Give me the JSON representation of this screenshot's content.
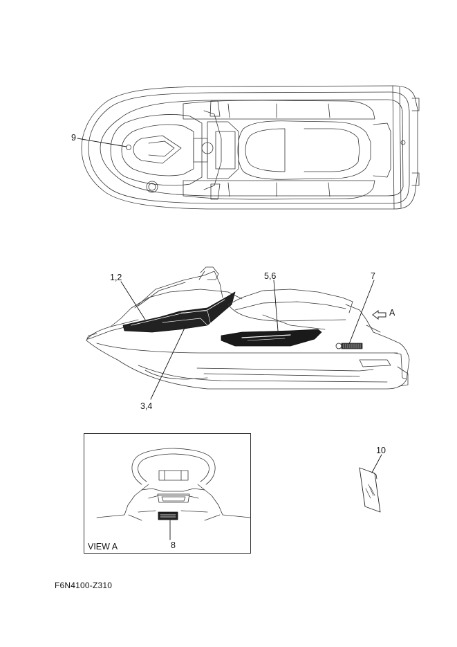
{
  "callouts": {
    "c9": "9",
    "c12": "1,2",
    "c56": "5,6",
    "c7": "7",
    "c34": "3,4",
    "c10": "10",
    "c8": "8",
    "cA": "A"
  },
  "view_label": "VIEW A",
  "reference_code": "F6N4100-Z310"
}
